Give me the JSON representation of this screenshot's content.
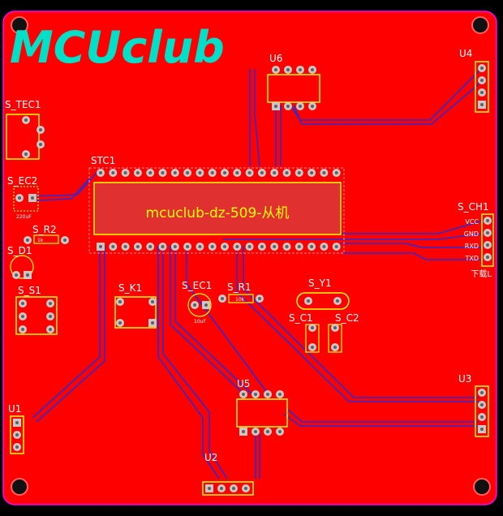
{
  "logo": "MCUclub",
  "chip_label": "mcuclub-dz-509-从机",
  "designators": {
    "u6": "U6",
    "u4": "U4",
    "s_tec1": "S_TEC1",
    "stc1": "STC1",
    "s_ec2": "S_EC2",
    "s_ch1": "S_CH1",
    "s_r2": "S_R2",
    "s_d1": "S_D1",
    "s_s1": "S_S1",
    "s_k1": "S_K1",
    "s_ec1": "S_EC1",
    "s_r1": "S_R1",
    "s_y1": "S_Y1",
    "s_c1": "S_C1",
    "s_c2": "S_C2",
    "u5": "U5",
    "u3": "U3",
    "u1": "U1",
    "u2": "U2"
  },
  "small_labels": {
    "ec2_value": "220uF",
    "r2_value": "1k",
    "r1_value": "10k",
    "ec1_value": "10uF"
  },
  "header_ch1": {
    "pins": [
      "VCC",
      "GND",
      "RXD",
      "TXD"
    ],
    "note": "下载L"
  },
  "colors": {
    "board": "#ff0000",
    "trace": "#2b2bd6",
    "silkscreen": "#ffff00",
    "pad": "#c8c8c8",
    "logo": "#00e0c8",
    "outline": "#ff00ff",
    "background": "#000000"
  }
}
